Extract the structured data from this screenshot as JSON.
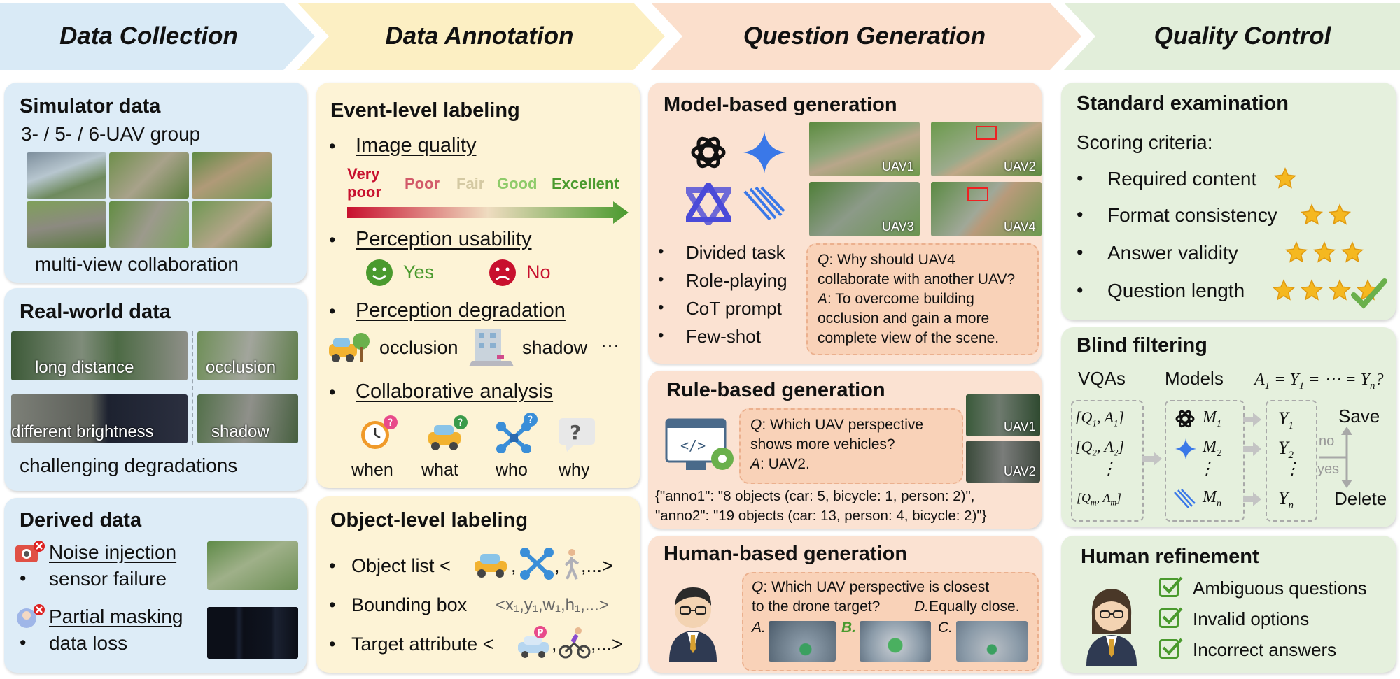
{
  "headers": [
    "Data Collection",
    "Data Annotation",
    "Question Generation",
    "Quality Control"
  ],
  "colors": {
    "blue": "#ddecf7",
    "yellow": "#fdf3d6",
    "orange": "#fbe2d2",
    "green": "#e5f0dd",
    "poor": "#c8102e",
    "good": "#4a9a2e"
  },
  "collection": {
    "simulator_title": "Simulator data",
    "simulator_group": "3- / 5- / 6-UAV group",
    "simulator_caption": "multi-view collaboration",
    "real_title": "Real-world data",
    "real_labels": [
      "long distance",
      "occlusion",
      "different brightness",
      "shadow"
    ],
    "real_caption": "challenging degradations",
    "derived_title": "Derived data",
    "noise_title": "Noise injection",
    "noise_sub": "sensor failure",
    "mask_title": "Partial masking",
    "mask_sub": "data loss"
  },
  "annotation": {
    "event_title": "Event-level labeling",
    "image_quality": "Image quality",
    "quality_scale": [
      "Very",
      "poor",
      "Poor",
      "Fair",
      "Good",
      "Excellent"
    ],
    "perception_usability": "Perception usability",
    "yes": "Yes",
    "no": "No",
    "perception_degradation": "Perception degradation",
    "occlusion": "occlusion",
    "shadow": "shadow",
    "ellipsis": "···",
    "collab_analysis": "Collaborative analysis",
    "wh": [
      "when",
      "what",
      "who",
      "why"
    ],
    "object_title": "Object-level labeling",
    "object_list": "Object list <",
    "object_list_end": ",...>",
    "bbox": "Bounding box",
    "bbox_val": "<x₁,y₁,w₁,h₁,...>",
    "target_attr": "Target attribute <",
    "target_attr_end": ",...>"
  },
  "generation": {
    "model_title": "Model-based generation",
    "uav_labels": [
      "UAV1",
      "UAV2",
      "UAV3",
      "UAV4"
    ],
    "techniques": [
      "Divided task",
      "Role-playing",
      "CoT prompt",
      "Few-shot"
    ],
    "model_q_label": "Q",
    "model_q": ": Why should UAV4",
    "model_q2": "collaborate with another UAV?",
    "model_a_label": "A",
    "model_a": ": To overcome building",
    "model_a2": "occlusion and gain a more",
    "model_a3": "complete view of the scene.",
    "rule_title": "Rule-based generation",
    "rule_q": "Which UAV perspective",
    "rule_q2": "shows more vehicles?",
    "rule_a": "UAV2.",
    "rule_uav": [
      "UAV1",
      "UAV2"
    ],
    "anno1": "{\"anno1\": \"8 objects (car: 5, bicycle: 1, person: 2)\",",
    "anno2": "\"anno2\": \"19 objects (car: 13, person: 4, bicycle: 2)\"}",
    "human_title": "Human-based generation",
    "human_q": "Which UAV perspective is closest",
    "human_q2": "to the drone target?",
    "human_opt_d": "Equally close.",
    "opts": [
      "A.",
      "B.",
      "C.",
      "D."
    ]
  },
  "quality": {
    "standard_title": "Standard examination",
    "scoring": "Scoring criteria:",
    "criteria": [
      {
        "label": "Required content",
        "stars": 1
      },
      {
        "label": "Format consistency",
        "stars": 2
      },
      {
        "label": "Answer validity",
        "stars": 3
      },
      {
        "label": "Question length",
        "stars": 4
      }
    ],
    "blind_title": "Blind filtering",
    "vqas": "VQAs",
    "models": "Models",
    "save": "Save",
    "delete": "Delete",
    "no": "no",
    "yes": "yes",
    "human_title": "Human refinement",
    "refinements": [
      "Ambiguous questions",
      "Invalid options",
      "Incorrect answers"
    ]
  }
}
